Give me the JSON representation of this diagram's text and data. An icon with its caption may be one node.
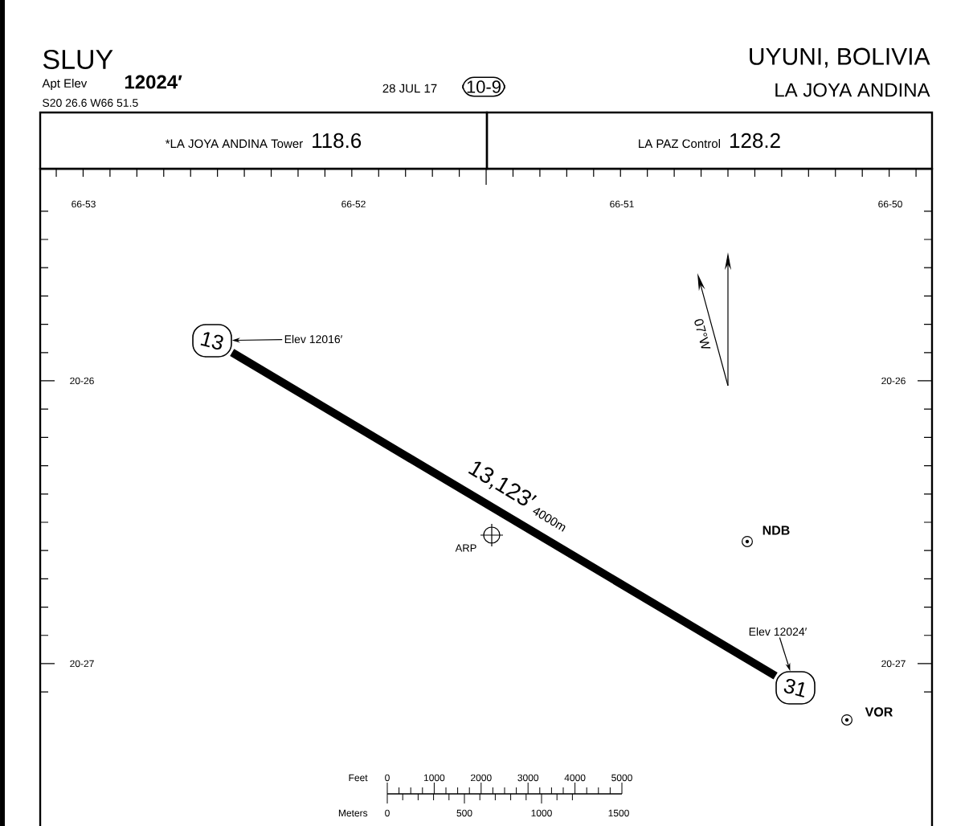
{
  "diagram": {
    "nodes": [
      {
        "text": [
          "10-9"
        ]
      },
      {
        "text": [
          "*LA JOYA ANDINA Tower",
          "118.6"
        ]
      },
      {
        "text": [
          "LA PAZ Control",
          "128.2"
        ]
      },
      {
        "text": [
          "13"
        ]
      },
      {
        "text": [
          "Elev 12016′"
        ]
      },
      {
        "text": [
          "Elev 12024′"
        ]
      },
      {
        "text": [
          "31"
        ]
      }
    ],
    "edges": [
      {
        "from": 3,
        "to": 6,
        "arrow": "none",
        "style": "thick",
        "label": "13,123′"
      },
      {
        "from": 4,
        "to": 3,
        "arrow": "to"
      },
      {
        "from": 5,
        "to": 6,
        "arrow": "to"
      }
    ],
    "labels": [
      "SLUY",
      "Apt Elev",
      "12024′",
      "S20 26.6 W66 51.5",
      "28 JUL 17",
      "UYUNI, BOLIVIA",
      "LA JOYA ANDINA",
      "66-53",
      "66-52",
      "66-51",
      "66-50",
      "07°W",
      "20-26",
      "20-26",
      "4000m",
      "ARP",
      "NDB",
      "20-27",
      "20-27",
      "VOR",
      "Feet",
      "0",
      "1000",
      "2000",
      "3000",
      "4000",
      "5000",
      "Meters",
      "0",
      "500",
      "1000",
      "1500"
    ]
  }
}
